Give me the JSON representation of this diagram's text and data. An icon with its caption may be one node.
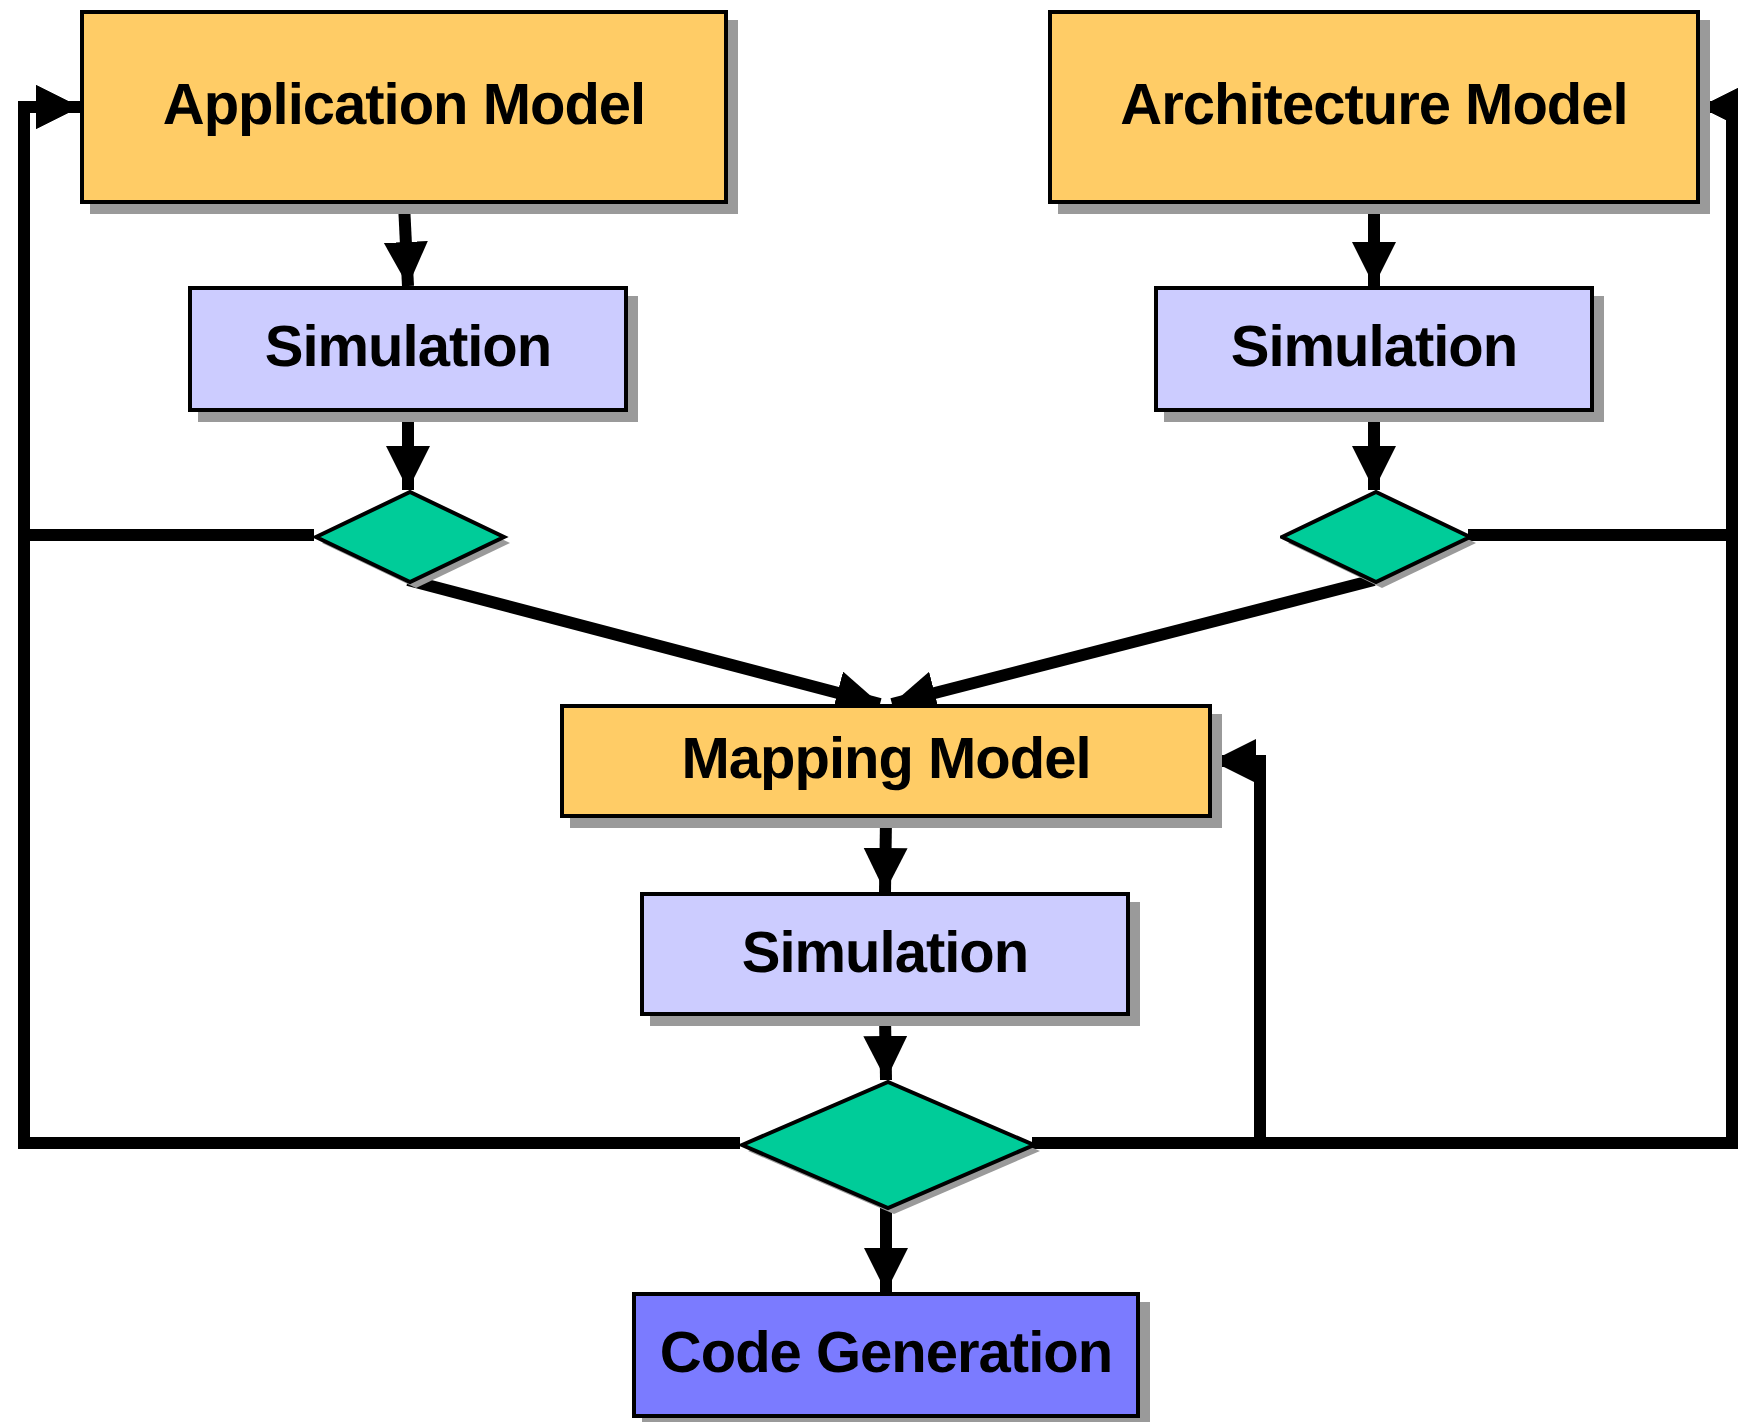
{
  "diagram": {
    "nodes": [
      {
        "text": [
          "Application Model"
        ]
      },
      {
        "text": [
          "Architecture Model"
        ]
      },
      {
        "text": [
          "Simulation"
        ]
      },
      {
        "text": [
          "Simulation"
        ]
      },
      {
        "text": [],
        "shape": "diamond"
      },
      {
        "text": [],
        "shape": "diamond"
      },
      {
        "text": [
          "Mapping Model"
        ]
      },
      {
        "text": [
          "Simulation"
        ]
      },
      {
        "text": [],
        "shape": "diamond"
      },
      {
        "text": [
          "Code Generation"
        ]
      }
    ],
    "edges": [
      {
        "from": 0,
        "to": 2,
        "arrow": "to"
      },
      {
        "from": 1,
        "to": 3,
        "arrow": "to"
      },
      {
        "from": 2,
        "to": 4,
        "arrow": "to"
      },
      {
        "from": 3,
        "to": 5,
        "arrow": "to"
      },
      {
        "from": 4,
        "to": 6,
        "arrow": "to"
      },
      {
        "from": 5,
        "to": 6,
        "arrow": "to"
      },
      {
        "from": 6,
        "to": 7,
        "arrow": "to"
      },
      {
        "from": 7,
        "to": 8,
        "arrow": "to"
      },
      {
        "from": 8,
        "to": 9,
        "arrow": "to"
      },
      {
        "from": 4,
        "to": 0,
        "arrow": "to"
      },
      {
        "from": 5,
        "to": 1,
        "arrow": "to"
      },
      {
        "from": 8,
        "to": 0,
        "arrow": "to"
      },
      {
        "from": 8,
        "to": 1,
        "arrow": "to"
      },
      {
        "from": 8,
        "to": 6,
        "arrow": "to"
      }
    ]
  }
}
